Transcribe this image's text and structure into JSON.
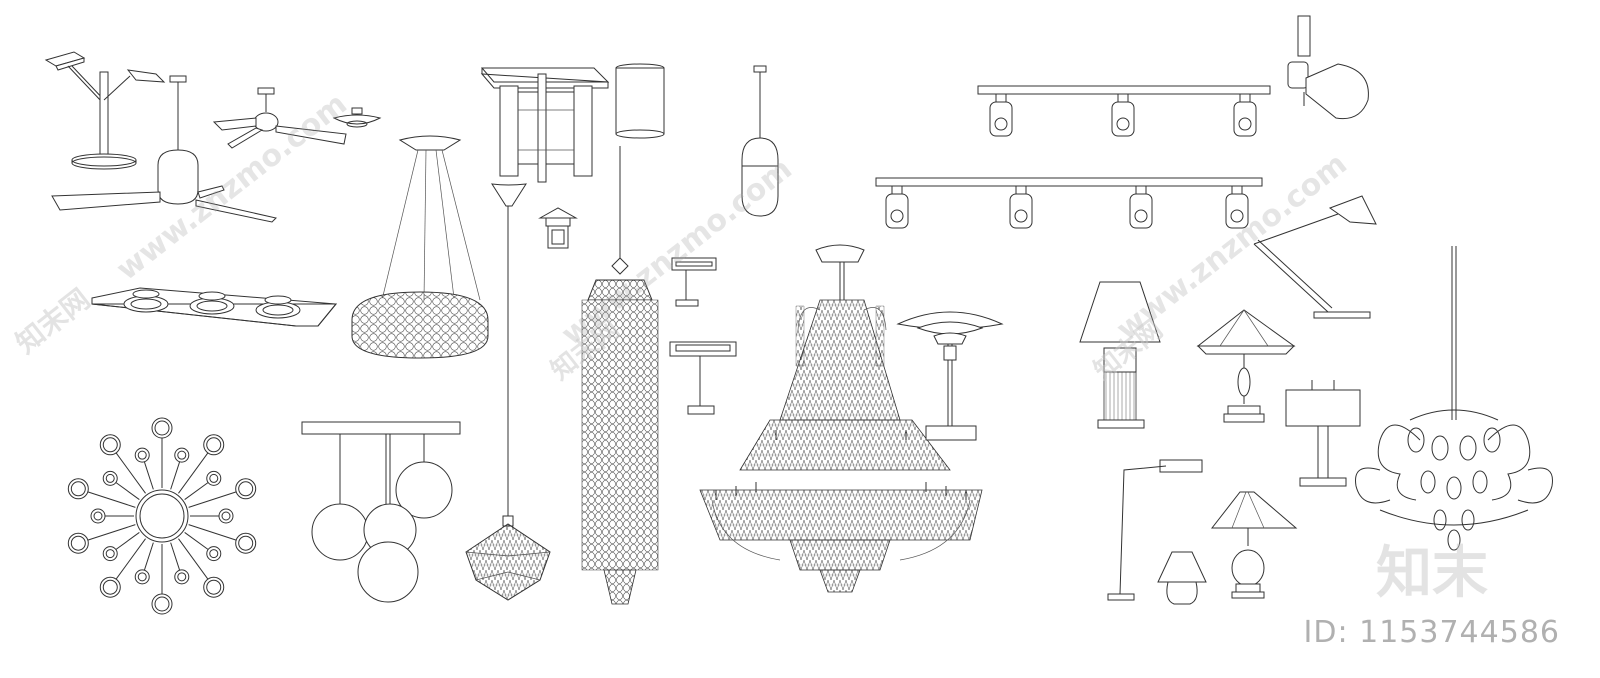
{
  "watermark": {
    "url_text": "www.znzmo.com",
    "logo_text": "知末",
    "logo_small_text": "知末网",
    "id_text": "ID: 1153744586"
  },
  "items": [
    "desk-lamp",
    "ceiling-fan-small",
    "ceiling-fan-large",
    "flush-mount",
    "recessed-triple-downlight",
    "bubble-pendant",
    "flush-cylinder-lantern",
    "cone-pendant-artichoke",
    "wall-lantern",
    "cylinder-shade",
    "beaded-chandelier",
    "piano-lamps",
    "pill-pendant",
    "crystal-chandelier",
    "track-light-3",
    "track-light-4",
    "spotlight",
    "architect-lamp",
    "mushroom-floor-lamp",
    "table-lamp-shade",
    "tiffany-lamp",
    "drum-table-lamp",
    "reading-floor-lamp",
    "small-table-lamp",
    "baluster-lamp",
    "sputnik-wall-lamp",
    "globe-cluster-pendant",
    "scroll-chandelier"
  ]
}
